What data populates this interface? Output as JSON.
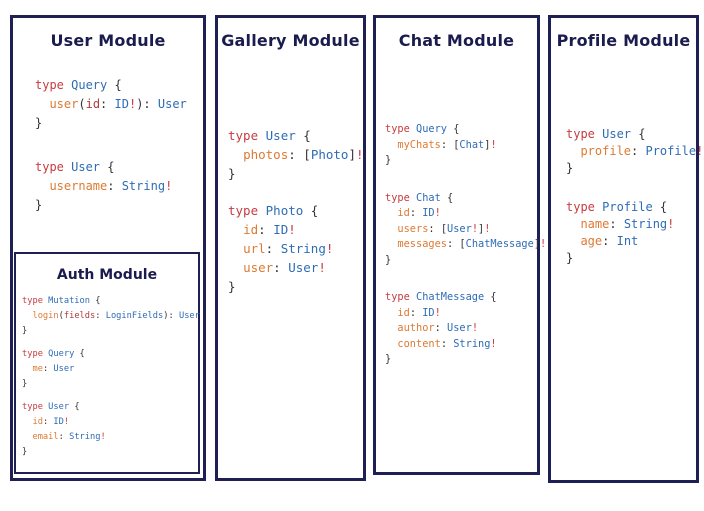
{
  "colors": {
    "panel-border-navy": "#1e2055",
    "title-navy": "#1b1c4e",
    "keyword-red": "#c63c42",
    "type-blue": "#2e6cb5",
    "field-orange": "#dd7a33",
    "punct-dark": "#333333",
    "exclamation-red": "#c63c42",
    "argument-red": "#b03a3e"
  },
  "panels": [
    {
      "title": "User Module",
      "blocks": [
        [
          [
            {
              "t": "type ",
              "c": "k"
            },
            {
              "t": "Query ",
              "c": "t"
            },
            {
              "t": "{",
              "c": "p"
            }
          ],
          [
            {
              "t": "  ",
              "c": "p"
            },
            {
              "t": "user",
              "c": "f"
            },
            {
              "t": "(",
              "c": "p"
            },
            {
              "t": "id",
              "c": "a"
            },
            {
              "t": ": ",
              "c": "p"
            },
            {
              "t": "ID",
              "c": "t"
            },
            {
              "t": "!",
              "c": "b"
            },
            {
              "t": "): ",
              "c": "p"
            },
            {
              "t": "User",
              "c": "t"
            }
          ],
          [
            {
              "t": "}",
              "c": "p"
            }
          ]
        ],
        [
          [
            {
              "t": "type ",
              "c": "k"
            },
            {
              "t": "User ",
              "c": "t"
            },
            {
              "t": "{",
              "c": "p"
            }
          ],
          [
            {
              "t": "  ",
              "c": "p"
            },
            {
              "t": "username",
              "c": "f"
            },
            {
              "t": ": ",
              "c": "p"
            },
            {
              "t": "String",
              "c": "t"
            },
            {
              "t": "!",
              "c": "b"
            }
          ],
          [
            {
              "t": "}",
              "c": "p"
            }
          ]
        ]
      ],
      "sub_panel": {
        "title": "Auth Module",
        "blocks": [
          [
            [
              {
                "t": "type ",
                "c": "k"
              },
              {
                "t": "Mutation ",
                "c": "t"
              },
              {
                "t": "{",
                "c": "p"
              }
            ],
            [
              {
                "t": "  ",
                "c": "p"
              },
              {
                "t": "login",
                "c": "f"
              },
              {
                "t": "(",
                "c": "p"
              },
              {
                "t": "fields",
                "c": "a"
              },
              {
                "t": ": ",
                "c": "p"
              },
              {
                "t": "LoginFields",
                "c": "t"
              },
              {
                "t": "): ",
                "c": "p"
              },
              {
                "t": "User",
                "c": "t"
              }
            ],
            [
              {
                "t": "}",
                "c": "p"
              }
            ]
          ],
          [
            [
              {
                "t": "type ",
                "c": "k"
              },
              {
                "t": "Query ",
                "c": "t"
              },
              {
                "t": "{",
                "c": "p"
              }
            ],
            [
              {
                "t": "  ",
                "c": "p"
              },
              {
                "t": "me",
                "c": "f"
              },
              {
                "t": ": ",
                "c": "p"
              },
              {
                "t": "User",
                "c": "t"
              }
            ],
            [
              {
                "t": "}",
                "c": "p"
              }
            ]
          ],
          [
            [
              {
                "t": "type ",
                "c": "k"
              },
              {
                "t": "User ",
                "c": "t"
              },
              {
                "t": "{",
                "c": "p"
              }
            ],
            [
              {
                "t": "  ",
                "c": "p"
              },
              {
                "t": "id",
                "c": "f"
              },
              {
                "t": ": ",
                "c": "p"
              },
              {
                "t": "ID",
                "c": "t"
              },
              {
                "t": "!",
                "c": "b"
              }
            ],
            [
              {
                "t": "  ",
                "c": "p"
              },
              {
                "t": "email",
                "c": "f"
              },
              {
                "t": ": ",
                "c": "p"
              },
              {
                "t": "String",
                "c": "t"
              },
              {
                "t": "!",
                "c": "b"
              }
            ],
            [
              {
                "t": "}",
                "c": "p"
              }
            ]
          ]
        ]
      }
    },
    {
      "title": "Gallery Module",
      "blocks": [
        [
          [
            {
              "t": "type ",
              "c": "k"
            },
            {
              "t": "User ",
              "c": "t"
            },
            {
              "t": "{",
              "c": "p"
            }
          ],
          [
            {
              "t": "  ",
              "c": "p"
            },
            {
              "t": "photos",
              "c": "f"
            },
            {
              "t": ": ",
              "c": "p"
            },
            {
              "t": "[",
              "c": "p"
            },
            {
              "t": "Photo",
              "c": "t"
            },
            {
              "t": "]",
              "c": "p"
            },
            {
              "t": "!",
              "c": "b"
            }
          ],
          [
            {
              "t": "}",
              "c": "p"
            }
          ]
        ],
        [
          [
            {
              "t": "type ",
              "c": "k"
            },
            {
              "t": "Photo ",
              "c": "t"
            },
            {
              "t": "{",
              "c": "p"
            }
          ],
          [
            {
              "t": "  ",
              "c": "p"
            },
            {
              "t": "id",
              "c": "f"
            },
            {
              "t": ": ",
              "c": "p"
            },
            {
              "t": "ID",
              "c": "t"
            },
            {
              "t": "!",
              "c": "b"
            }
          ],
          [
            {
              "t": "  ",
              "c": "p"
            },
            {
              "t": "url",
              "c": "f"
            },
            {
              "t": ": ",
              "c": "p"
            },
            {
              "t": "String",
              "c": "t"
            },
            {
              "t": "!",
              "c": "b"
            }
          ],
          [
            {
              "t": "  ",
              "c": "p"
            },
            {
              "t": "user",
              "c": "f"
            },
            {
              "t": ": ",
              "c": "p"
            },
            {
              "t": "User",
              "c": "t"
            },
            {
              "t": "!",
              "c": "b"
            }
          ],
          [
            {
              "t": "}",
              "c": "p"
            }
          ]
        ]
      ]
    },
    {
      "title": "Chat Module",
      "blocks": [
        [
          [
            {
              "t": "type ",
              "c": "k"
            },
            {
              "t": "Query ",
              "c": "t"
            },
            {
              "t": "{",
              "c": "p"
            }
          ],
          [
            {
              "t": "  ",
              "c": "p"
            },
            {
              "t": "myChats",
              "c": "f"
            },
            {
              "t": ": ",
              "c": "p"
            },
            {
              "t": "[",
              "c": "p"
            },
            {
              "t": "Chat",
              "c": "t"
            },
            {
              "t": "]",
              "c": "p"
            },
            {
              "t": "!",
              "c": "b"
            }
          ],
          [
            {
              "t": "}",
              "c": "p"
            }
          ]
        ],
        [
          [
            {
              "t": "type ",
              "c": "k"
            },
            {
              "t": "Chat ",
              "c": "t"
            },
            {
              "t": "{",
              "c": "p"
            }
          ],
          [
            {
              "t": "  ",
              "c": "p"
            },
            {
              "t": "id",
              "c": "f"
            },
            {
              "t": ": ",
              "c": "p"
            },
            {
              "t": "ID",
              "c": "t"
            },
            {
              "t": "!",
              "c": "b"
            }
          ],
          [
            {
              "t": "  ",
              "c": "p"
            },
            {
              "t": "users",
              "c": "f"
            },
            {
              "t": ": ",
              "c": "p"
            },
            {
              "t": "[",
              "c": "p"
            },
            {
              "t": "User",
              "c": "t"
            },
            {
              "t": "!",
              "c": "b"
            },
            {
              "t": "]",
              "c": "p"
            },
            {
              "t": "!",
              "c": "b"
            }
          ],
          [
            {
              "t": "  ",
              "c": "p"
            },
            {
              "t": "messages",
              "c": "f"
            },
            {
              "t": ": ",
              "c": "p"
            },
            {
              "t": "[",
              "c": "p"
            },
            {
              "t": "ChatMessage",
              "c": "t"
            },
            {
              "t": "]",
              "c": "p"
            },
            {
              "t": "!",
              "c": "b"
            }
          ],
          [
            {
              "t": "}",
              "c": "p"
            }
          ]
        ],
        [
          [
            {
              "t": "type ",
              "c": "k"
            },
            {
              "t": "ChatMessage ",
              "c": "t"
            },
            {
              "t": "{",
              "c": "p"
            }
          ],
          [
            {
              "t": "  ",
              "c": "p"
            },
            {
              "t": "id",
              "c": "f"
            },
            {
              "t": ": ",
              "c": "p"
            },
            {
              "t": "ID",
              "c": "t"
            },
            {
              "t": "!",
              "c": "b"
            }
          ],
          [
            {
              "t": "  ",
              "c": "p"
            },
            {
              "t": "author",
              "c": "f"
            },
            {
              "t": ": ",
              "c": "p"
            },
            {
              "t": "User",
              "c": "t"
            },
            {
              "t": "!",
              "c": "b"
            }
          ],
          [
            {
              "t": "  ",
              "c": "p"
            },
            {
              "t": "content",
              "c": "f"
            },
            {
              "t": ": ",
              "c": "p"
            },
            {
              "t": "String",
              "c": "t"
            },
            {
              "t": "!",
              "c": "b"
            }
          ],
          [
            {
              "t": "}",
              "c": "p"
            }
          ]
        ]
      ]
    },
    {
      "title": "Profile Module",
      "blocks": [
        [
          [
            {
              "t": "type ",
              "c": "k"
            },
            {
              "t": "User ",
              "c": "t"
            },
            {
              "t": "{",
              "c": "p"
            }
          ],
          [
            {
              "t": "  ",
              "c": "p"
            },
            {
              "t": "profile",
              "c": "f"
            },
            {
              "t": ": ",
              "c": "p"
            },
            {
              "t": "Profile",
              "c": "t"
            },
            {
              "t": "!",
              "c": "b"
            }
          ],
          [
            {
              "t": "}",
              "c": "p"
            }
          ]
        ],
        [
          [
            {
              "t": "type ",
              "c": "k"
            },
            {
              "t": "Profile ",
              "c": "t"
            },
            {
              "t": "{",
              "c": "p"
            }
          ],
          [
            {
              "t": "  ",
              "c": "p"
            },
            {
              "t": "name",
              "c": "f"
            },
            {
              "t": ": ",
              "c": "p"
            },
            {
              "t": "String",
              "c": "t"
            },
            {
              "t": "!",
              "c": "b"
            }
          ],
          [
            {
              "t": "  ",
              "c": "p"
            },
            {
              "t": "age",
              "c": "f"
            },
            {
              "t": ": ",
              "c": "p"
            },
            {
              "t": "Int",
              "c": "t"
            }
          ],
          [
            {
              "t": "}",
              "c": "p"
            }
          ]
        ]
      ]
    }
  ]
}
